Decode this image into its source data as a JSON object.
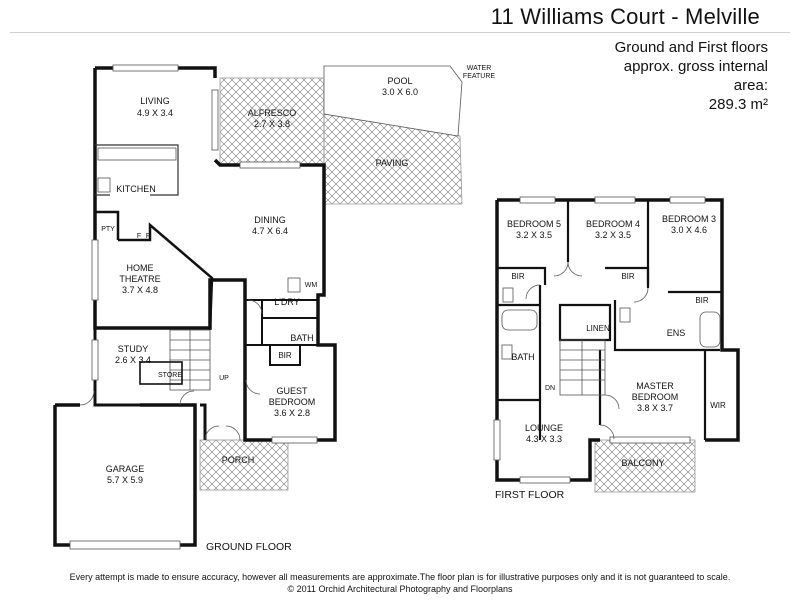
{
  "header": {
    "title": "11 Williams Court - Melville",
    "area_line1": "Ground and First floors",
    "area_line2": "approx. gross internal",
    "area_line3": "area:",
    "area_value": "289.3 m²"
  },
  "ground_floor": {
    "label": "GROUND FLOOR",
    "rooms": {
      "living": {
        "name": "LIVING",
        "size": "4.9 X 3.4"
      },
      "alfresco": {
        "name": "ALFRESCO",
        "size": "2.7 X 3.8"
      },
      "pool": {
        "name": "POOL",
        "size": "3.0 X 6.0"
      },
      "water_feature_1": "WATER",
      "water_feature_2": "FEATURE",
      "paving": "PAVING",
      "kitchen": "KITCHEN",
      "pty": "PTY",
      "f1": "F",
      "f2": "F",
      "dining": {
        "name": "DINING",
        "size": "4.7 X 6.4"
      },
      "home_theatre_1": "HOME",
      "home_theatre_2": "THEATRE",
      "home_theatre_size": "3.7 X 4.8",
      "wm": "WM",
      "ldry": "L'DRY",
      "bath": "BATH",
      "study": {
        "name": "STUDY",
        "size": "2.6 X 3.4"
      },
      "store": "STORE",
      "up": "UP",
      "bir": "BIR",
      "guest_1": "GUEST",
      "guest_2": "BEDROOM",
      "guest_size": "3.6 X 2.8",
      "porch": "PORCH",
      "garage": {
        "name": "GARAGE",
        "size": "5.7 X 5.9"
      }
    }
  },
  "first_floor": {
    "label": "FIRST FLOOR",
    "rooms": {
      "bedroom5": {
        "name": "BEDROOM 5",
        "size": "3.2 X 3.5"
      },
      "bedroom4": {
        "name": "BEDROOM 4",
        "size": "3.2 X 3.5"
      },
      "bedroom3": {
        "name": "BEDROOM 3",
        "size": "3.0 X 4.6"
      },
      "bir_1": "BIR",
      "bir_2": "BIR",
      "bir_3": "BIR",
      "linen": "LINEN",
      "ens": "ENS",
      "bath": "BATH",
      "dn": "DN",
      "master_1": "MASTER",
      "master_2": "BEDROOM",
      "master_size": "3.8 X 3.7",
      "wir": "WIR",
      "lounge": {
        "name": "LOUNGE",
        "size": "4.3 X 3.3"
      },
      "balcony": "BALCONY"
    }
  },
  "footer": {
    "disclaimer": "Every attempt is made to ensure accuracy, however all measurements are approximate.The floor plan is for illustrative purposes only and it is not guaranteed to scale.",
    "copyright": "© 2011 Orchid Architectural Photography and Floorplans"
  }
}
